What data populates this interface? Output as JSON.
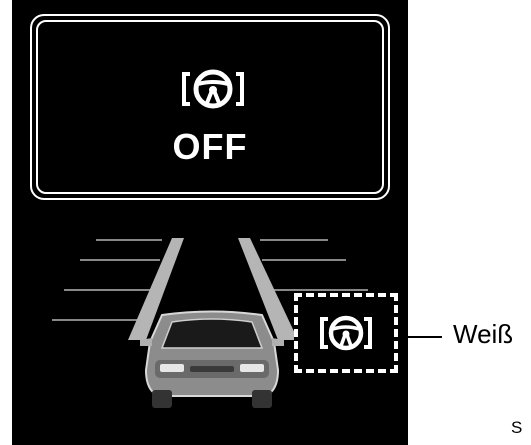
{
  "popup": {
    "icon": "steering-assist-icon",
    "status_text": "OFF"
  },
  "indicator": {
    "icon": "steering-assist-icon",
    "state": "dashed-frame"
  },
  "callout": {
    "label": "Weiß"
  },
  "footer": {
    "code": "S"
  },
  "colors": {
    "display_bg": "#000000",
    "page_bg": "#ffffff",
    "icon": "#ffffff",
    "callout_line": "#000000"
  }
}
